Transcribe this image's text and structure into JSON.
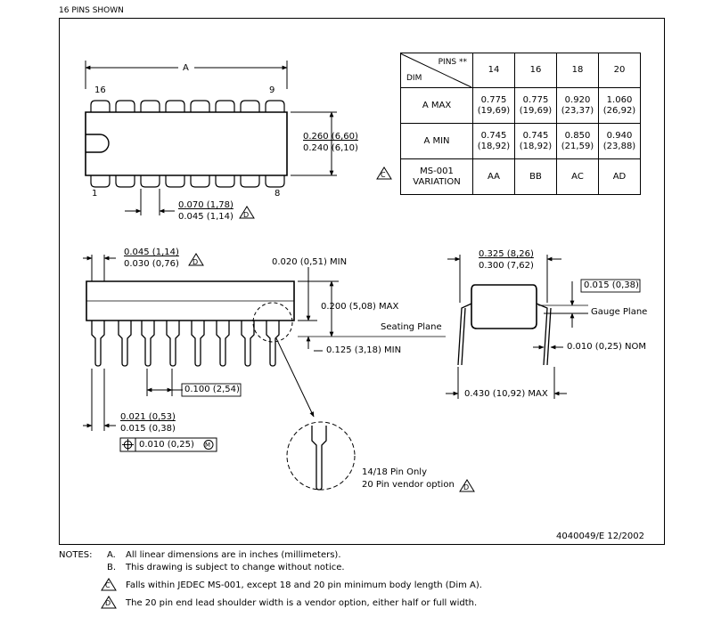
{
  "header": {
    "caption": "16 PINS SHOWN"
  },
  "top_view": {
    "dim_a": "A",
    "pin16": "16",
    "pin9": "9",
    "pin1": "1",
    "pin8": "8",
    "width_max": "0.260 (6,60)",
    "width_min": "0.240 (6,10)",
    "lead_w_max": "0.070 (1,78)",
    "lead_w_min": "0.045 (1,14)",
    "note_d": "D"
  },
  "table": {
    "pins_label": "PINS **",
    "dim_label": "DIM",
    "columns": [
      "14",
      "16",
      "18",
      "20"
    ],
    "rows": [
      {
        "label": "A  MAX",
        "values": [
          [
            "0.775",
            "(19,69)"
          ],
          [
            "0.775",
            "(19,69)"
          ],
          [
            "0.920",
            "(23,37)"
          ],
          [
            "1.060",
            "(26,92)"
          ]
        ]
      },
      {
        "label": "A  MIN",
        "values": [
          [
            "0.745",
            "(18,92)"
          ],
          [
            "0.745",
            "(18,92)"
          ],
          [
            "0.850",
            "(21,59)"
          ],
          [
            "0.940",
            "(23,88)"
          ]
        ]
      },
      {
        "label_line1": "MS-001",
        "label_line2": "VARIATION",
        "values": [
          "AA",
          "BB",
          "AC",
          "AD"
        ]
      }
    ],
    "note_c": "C"
  },
  "side_view": {
    "shoulder_max": "0.045 (1,14)",
    "shoulder_min": "0.030 (0,76)",
    "standoff": "0.020 (0,51) MIN",
    "height": "0.200 (5,08) MAX",
    "seating_plane": "Seating Plane",
    "lead_len": "0.125 (3,18) MIN",
    "pitch": "0.100 (2,54)",
    "lead_max": "0.021 (0,53)",
    "lead_min": "0.015 (0,38)",
    "tolerance": "0.010 (0,25)",
    "tol_m": "M",
    "detail_line1": "14/18 Pin Only",
    "detail_line2": "20 Pin vendor option",
    "note_d": "D"
  },
  "end_view": {
    "row_max": "0.325 (8,26)",
    "row_min": "0.300 (7,62)",
    "gauge_box": "0.015 (0,38)",
    "gauge_plane": "Gauge Plane",
    "lead_thk": "0.010 (0,25) NOM",
    "span_max": "0.430 (10,92) MAX"
  },
  "drawing_id": "4040049/E  12/2002",
  "notes": {
    "heading": "NOTES:",
    "a_marker": "A.",
    "a_text": "All linear dimensions are in inches (millimeters).",
    "b_marker": "B.",
    "b_text": "This drawing is subject to change without notice.",
    "c_marker": "C",
    "c_text": "Falls within JEDEC MS-001, except 18 and 20 pin minimum body length (Dim A).",
    "d_marker": "D",
    "d_text": "The 20 pin end lead shoulder width is a vendor option, either half or full width."
  }
}
